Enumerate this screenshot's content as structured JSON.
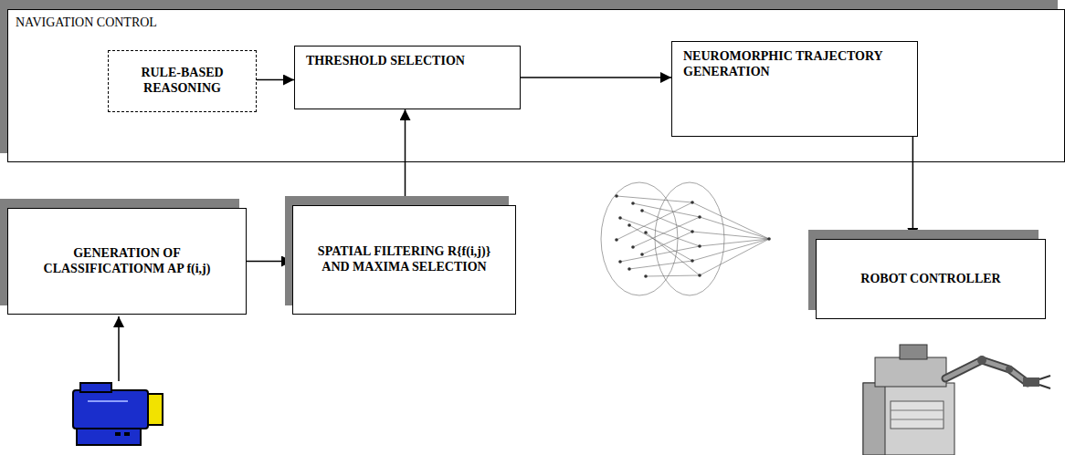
{
  "diagram": {
    "nodes": [
      {
        "text": [
          "NAVIGATION CONTROL"
        ]
      },
      {
        "text": [
          "RULE-BASED REASONING"
        ],
        "in": 0
      },
      {
        "text": [
          "THRESHOLD SELECTION"
        ],
        "in": 0
      },
      {
        "text": [
          "NEUROMORPHIC TRAJECTORY GENERATION"
        ],
        "in": 0
      },
      {
        "text": [
          "GENERATION OF CLASSIFICATIONM AP f(i,j)"
        ]
      },
      {
        "text": [
          "SPATIAL FILTERING R{f(i,j)} AND MAXIMA SELECTION"
        ]
      },
      {
        "text": [
          "ROBOT CONTROLLER"
        ]
      }
    ],
    "edges": [
      {
        "from": 1,
        "to": 2,
        "arrow": "to"
      },
      {
        "from": 2,
        "to": 3,
        "arrow": "to"
      },
      {
        "from": 5,
        "to": 2,
        "arrow": "to"
      },
      {
        "from": 3,
        "to": 6,
        "arrow": "to"
      },
      {
        "from": 4,
        "to": 5,
        "arrow": "to"
      }
    ]
  }
}
